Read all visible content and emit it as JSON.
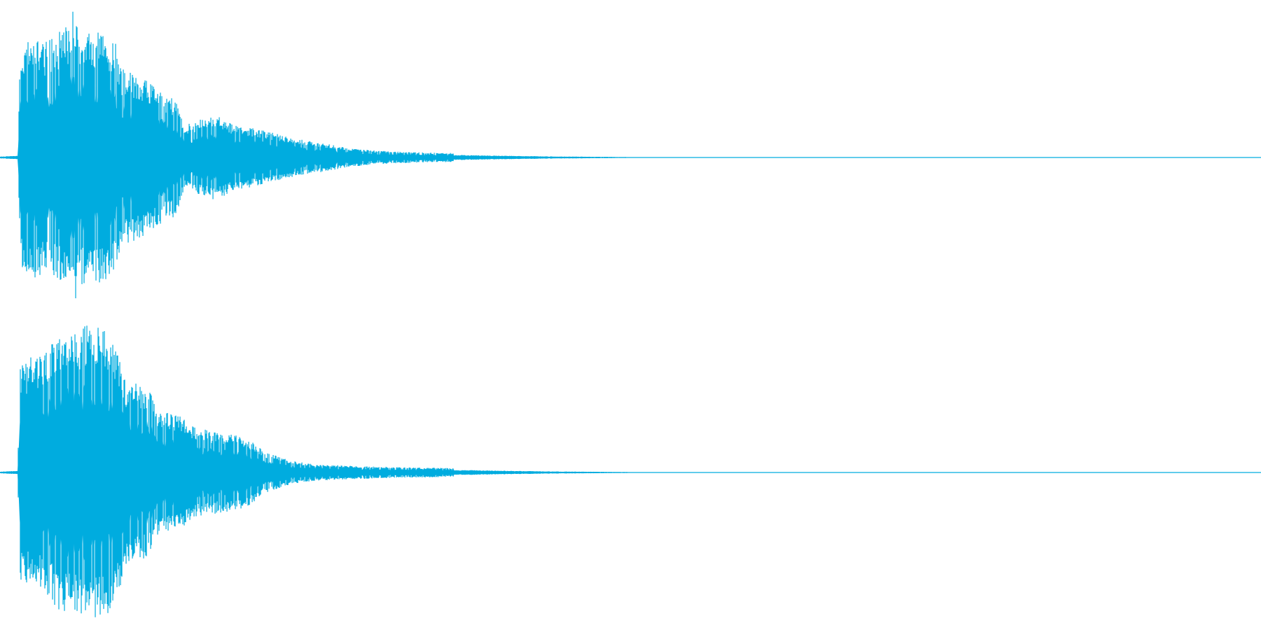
{
  "waveform": {
    "color": "#00acdf",
    "background": "#ffffff",
    "channels": [
      {
        "name": "channel-1",
        "envelope": [
          [
            0.0,
            0.01
          ],
          [
            0.014,
            0.02
          ],
          [
            0.016,
            0.72
          ],
          [
            0.025,
            0.82
          ],
          [
            0.035,
            0.78
          ],
          [
            0.045,
            0.84
          ],
          [
            0.055,
            0.9
          ],
          [
            0.058,
            1.0
          ],
          [
            0.065,
            0.86
          ],
          [
            0.08,
            0.84
          ],
          [
            0.092,
            0.78
          ],
          [
            0.096,
            0.6
          ],
          [
            0.108,
            0.56
          ],
          [
            0.12,
            0.5
          ],
          [
            0.132,
            0.42
          ],
          [
            0.14,
            0.4
          ],
          [
            0.146,
            0.22
          ],
          [
            0.155,
            0.24
          ],
          [
            0.17,
            0.3
          ],
          [
            0.185,
            0.22
          ],
          [
            0.2,
            0.2
          ],
          [
            0.22,
            0.16
          ],
          [
            0.24,
            0.12
          ],
          [
            0.26,
            0.09
          ],
          [
            0.28,
            0.06
          ],
          [
            0.3,
            0.045
          ],
          [
            0.33,
            0.035
          ],
          [
            0.36,
            0.03
          ],
          [
            0.4,
            0.02
          ],
          [
            0.44,
            0.012
          ],
          [
            0.48,
            0.008
          ],
          [
            0.507,
            0.004
          ],
          [
            0.51,
            0.0
          ],
          [
            1.0,
            0.0
          ]
        ]
      },
      {
        "name": "channel-2",
        "envelope": [
          [
            0.0,
            0.01
          ],
          [
            0.014,
            0.02
          ],
          [
            0.016,
            0.72
          ],
          [
            0.025,
            0.78
          ],
          [
            0.035,
            0.8
          ],
          [
            0.045,
            0.92
          ],
          [
            0.055,
            0.96
          ],
          [
            0.07,
            1.0
          ],
          [
            0.085,
            0.98
          ],
          [
            0.095,
            0.82
          ],
          [
            0.1,
            0.62
          ],
          [
            0.11,
            0.6
          ],
          [
            0.118,
            0.58
          ],
          [
            0.125,
            0.42
          ],
          [
            0.14,
            0.4
          ],
          [
            0.155,
            0.3
          ],
          [
            0.17,
            0.28
          ],
          [
            0.185,
            0.26
          ],
          [
            0.195,
            0.24
          ],
          [
            0.21,
            0.14
          ],
          [
            0.23,
            0.08
          ],
          [
            0.25,
            0.055
          ],
          [
            0.28,
            0.045
          ],
          [
            0.32,
            0.035
          ],
          [
            0.36,
            0.03
          ],
          [
            0.4,
            0.02
          ],
          [
            0.44,
            0.012
          ],
          [
            0.48,
            0.008
          ],
          [
            0.512,
            0.004
          ],
          [
            0.515,
            0.0
          ],
          [
            1.0,
            0.0
          ]
        ]
      }
    ]
  }
}
